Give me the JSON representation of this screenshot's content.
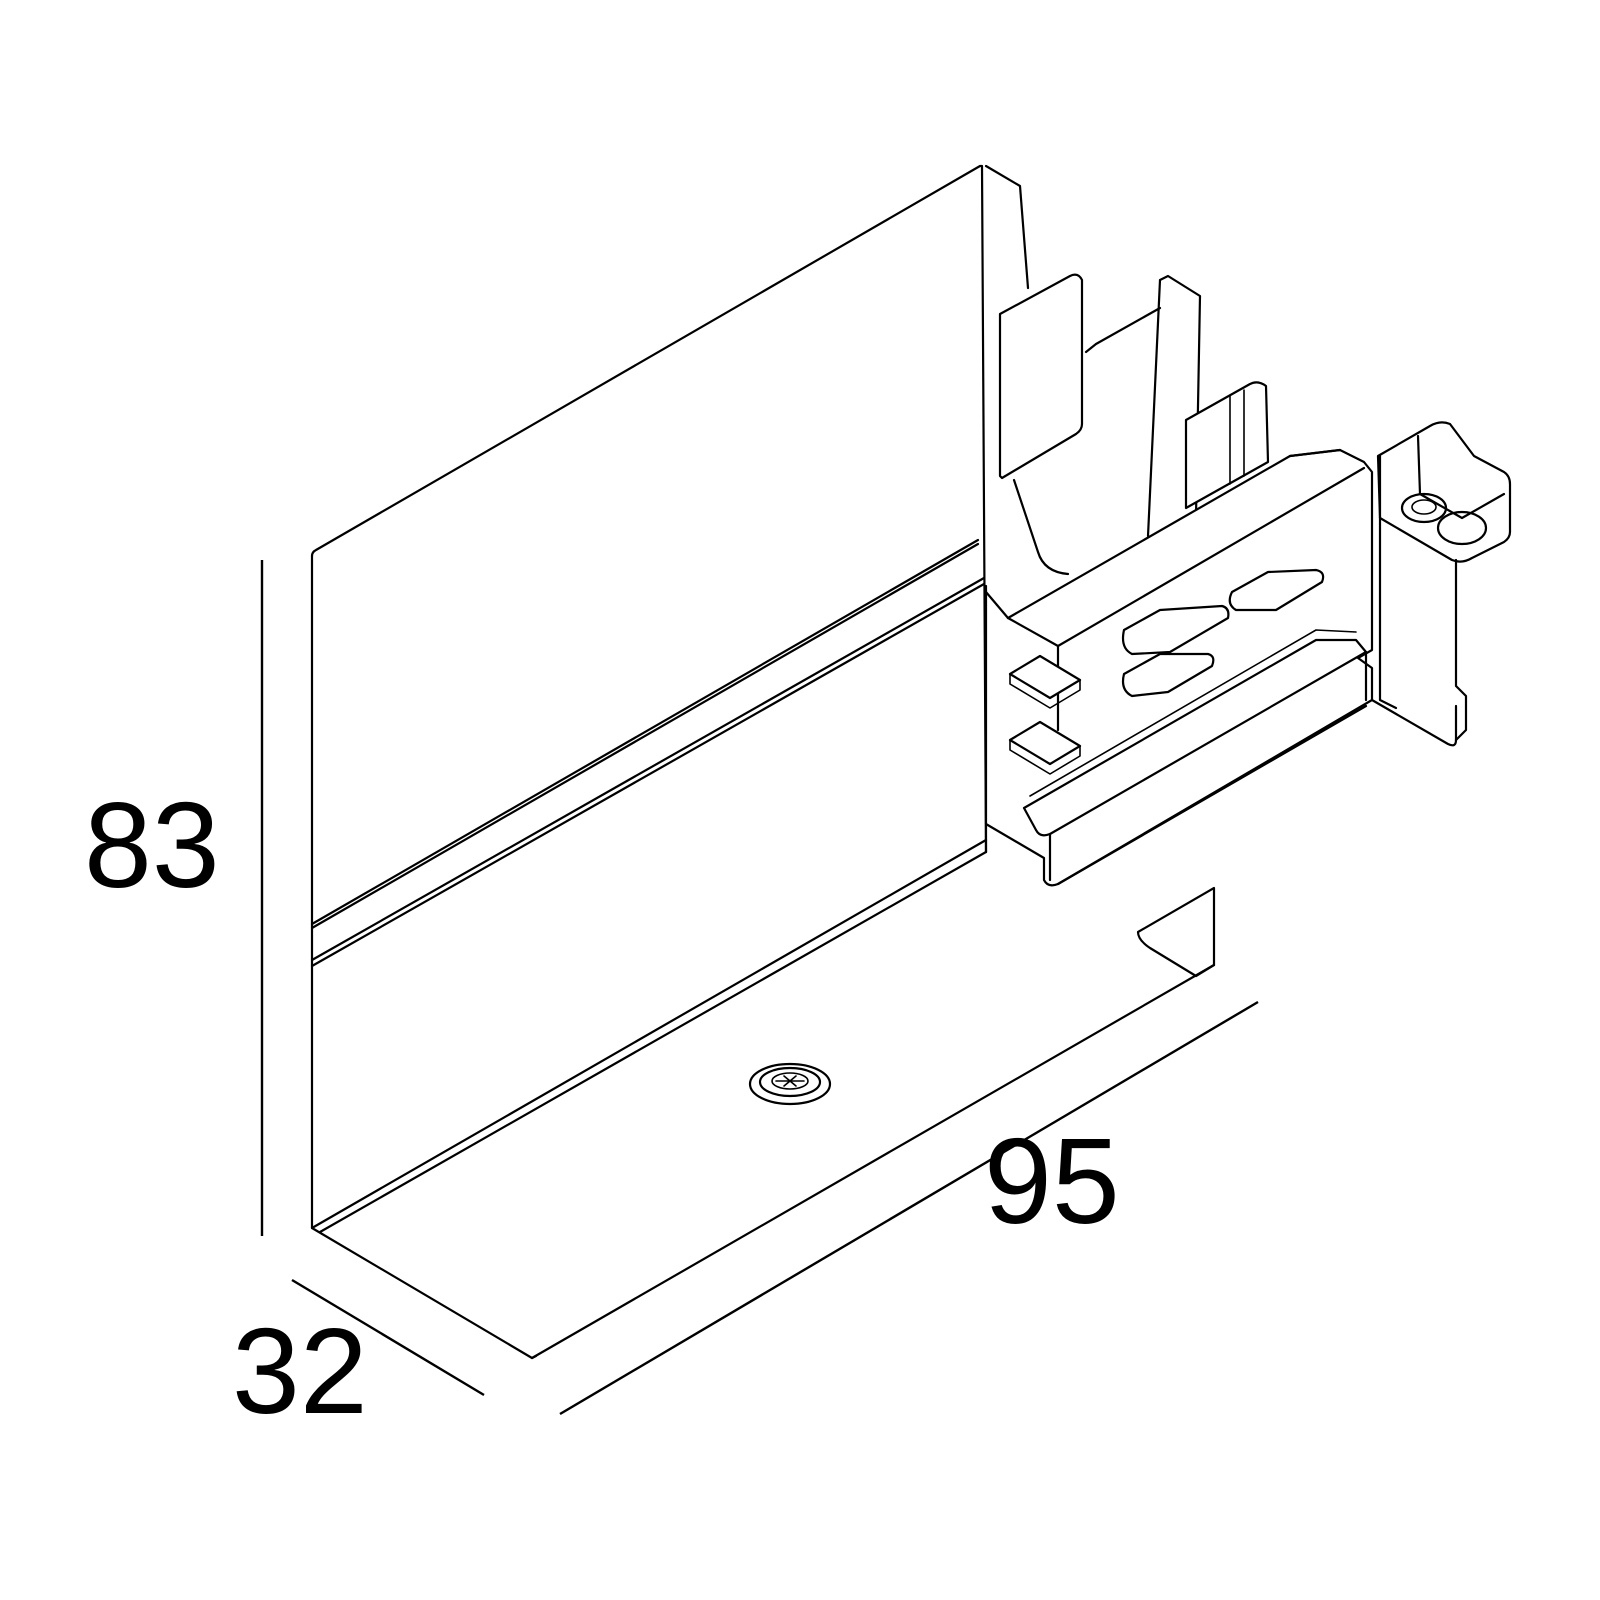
{
  "dimensions": {
    "height": "83",
    "length": "95",
    "depth": "32"
  }
}
